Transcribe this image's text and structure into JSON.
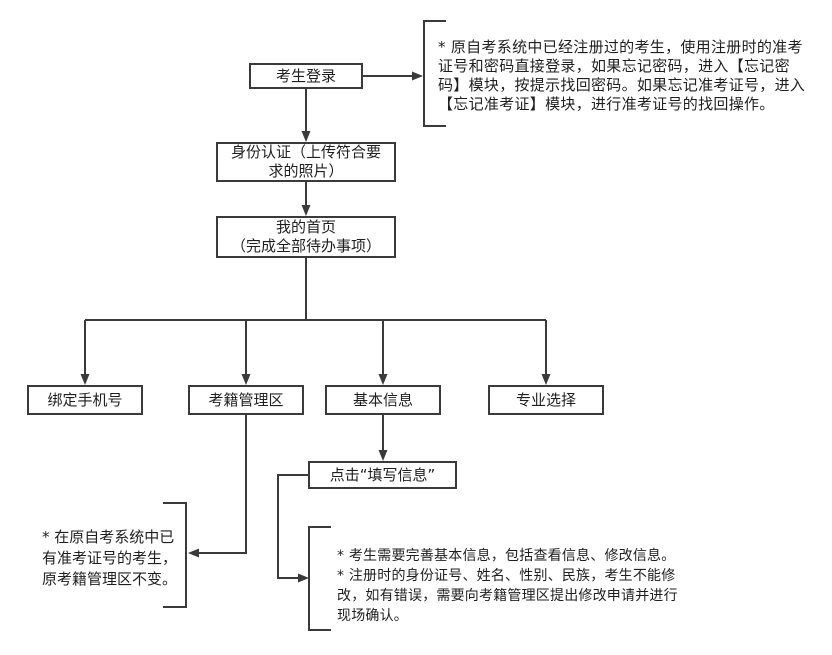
{
  "nodes": {
    "login": {
      "label": "考生登录"
    },
    "identity": {
      "lines": [
        "身份认证（上传符合要",
        "求的照片）"
      ]
    },
    "homepage": {
      "lines": [
        "我的首页",
        "（完成全部待办事项）"
      ]
    },
    "bind_phone": {
      "label": "绑定手机号"
    },
    "registry": {
      "label": "考籍管理区"
    },
    "basic_info": {
      "label": "基本信息"
    },
    "major": {
      "label": "专业选择"
    },
    "click_fill": {
      "label": "点击“填写信息”"
    }
  },
  "notes": {
    "login_note": {
      "lines": [
        "* 原自考系统中已经注册过的考生，使用注册时的准考",
        "证号和密码直接登录，如果忘记密码，进入【忘记密",
        "码】模块，按提示找回密码。如果忘记准考证号，进入",
        "【忘记准考证】模块，进行准考证号的找回操作。"
      ]
    },
    "registry_note": {
      "lines": [
        "* 在原自考系统中已",
        "有准考证号的考生，",
        "原考籍管理区不变。"
      ]
    },
    "basic_info_note": {
      "lines": [
        "* 考生需要完善基本信息，包括查看信息、修改信息。",
        "* 注册时的身份证号、姓名、性别、民族，考生不能修",
        "改，如有错误，需要向考籍管理区提出修改申请并进行",
        "现场确认。"
      ]
    }
  },
  "colors": {
    "line": "#3a3a3a",
    "text": "#1f1f1f",
    "background": "#ffffff"
  }
}
